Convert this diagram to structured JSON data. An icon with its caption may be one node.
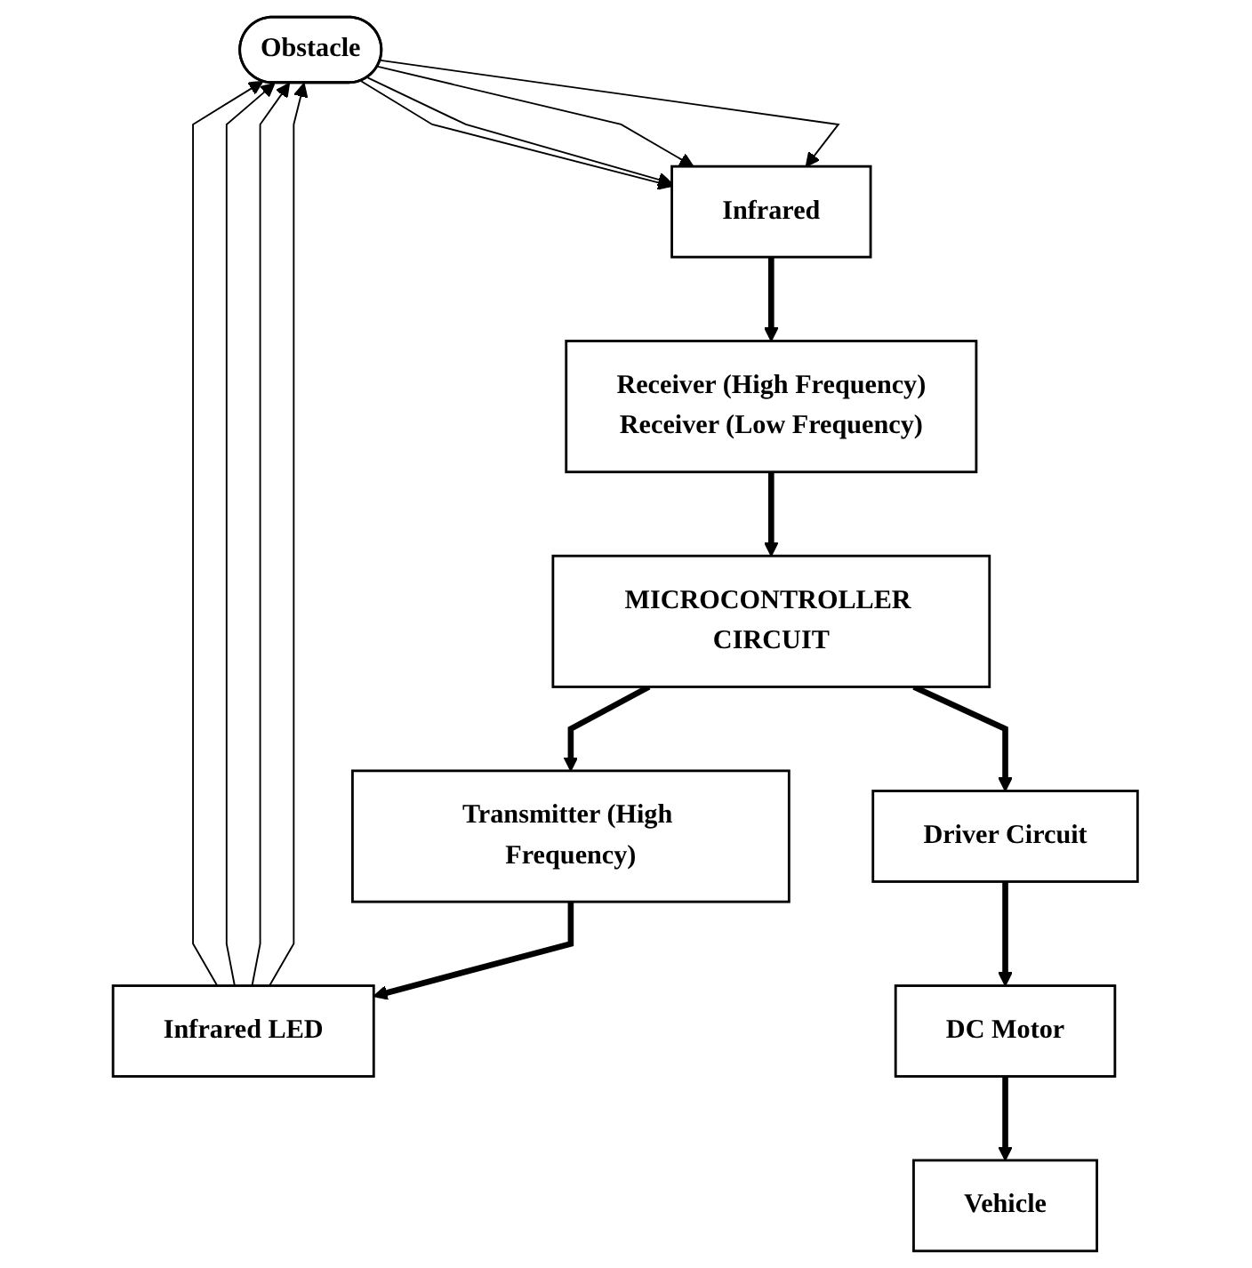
{
  "diagram": {
    "nodes": [
      {
        "text": [
          "Obstacle"
        ]
      },
      {
        "text": [
          "Infrared LED"
        ]
      },
      {
        "text": [
          "Infrared"
        ]
      },
      {
        "text": [
          "Transmitter (High Frequency)"
        ]
      },
      {
        "text": [
          "Receiver (High Frequency)",
          "Receiver (Low Frequency)"
        ]
      },
      {
        "text": [
          "MICROCONTROLLER CIRCUIT"
        ]
      },
      {
        "text": [
          "Driver Circuit"
        ]
      },
      {
        "text": [
          "DC Motor"
        ]
      },
      {
        "text": [
          "Vehicle"
        ]
      }
    ],
    "edges": [
      {
        "from": 1,
        "to": 0,
        "arrow": "to"
      },
      {
        "from": 1,
        "to": 0,
        "arrow": "to"
      },
      {
        "from": 1,
        "to": 0,
        "arrow": "to"
      },
      {
        "from": 1,
        "to": 0,
        "arrow": "to"
      },
      {
        "from": 0,
        "to": 2,
        "arrow": "to"
      },
      {
        "from": 0,
        "to": 2,
        "arrow": "to"
      },
      {
        "from": 0,
        "to": 2,
        "arrow": "to"
      },
      {
        "from": 0,
        "to": 2,
        "arrow": "to"
      },
      {
        "from": 3,
        "to": 1,
        "arrow": "to",
        "style": "thick"
      },
      {
        "from": 2,
        "to": 4,
        "arrow": "to",
        "style": "thick"
      },
      {
        "from": 5,
        "to": 3,
        "arrow": "to",
        "style": "thick"
      },
      {
        "from": 4,
        "to": 5,
        "arrow": "to",
        "style": "thick"
      },
      {
        "from": 5,
        "to": 6,
        "arrow": "to",
        "style": "thick"
      },
      {
        "from": 6,
        "to": 7,
        "arrow": "to",
        "style": "thick"
      },
      {
        "from": 7,
        "to": 8,
        "arrow": "to",
        "style": "thick"
      }
    ]
  }
}
